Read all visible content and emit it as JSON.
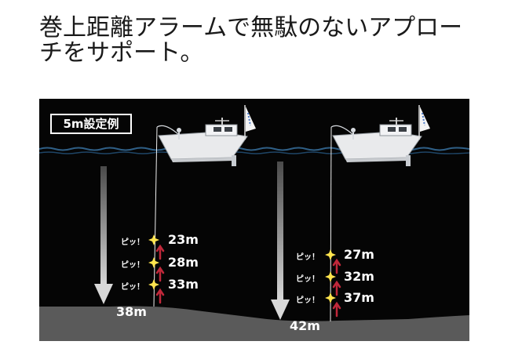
{
  "heading": "巻上距離アラームで無駄のないアプローチをサポート。",
  "figure": {
    "example_label": "5m設定例",
    "colors": {
      "background": "#050505",
      "seabed": "#5a5a5a",
      "water_line": "#2f5f86",
      "alarm_star": "#ffe44d",
      "up_arrow": "#c0283a",
      "drop_arrow": "#bdbdbd"
    },
    "left": {
      "seabed_depth": "38m",
      "alarms": [
        {
          "beep": "ピッ！",
          "depth": "23m"
        },
        {
          "beep": "ピッ！",
          "depth": "28m"
        },
        {
          "beep": "ピッ！",
          "depth": "33m"
        }
      ]
    },
    "right": {
      "seabed_depth": "42m",
      "alarms": [
        {
          "beep": "ピッ！",
          "depth": "27m"
        },
        {
          "beep": "ピッ！",
          "depth": "32m"
        },
        {
          "beep": "ピッ！",
          "depth": "37m"
        }
      ]
    }
  }
}
